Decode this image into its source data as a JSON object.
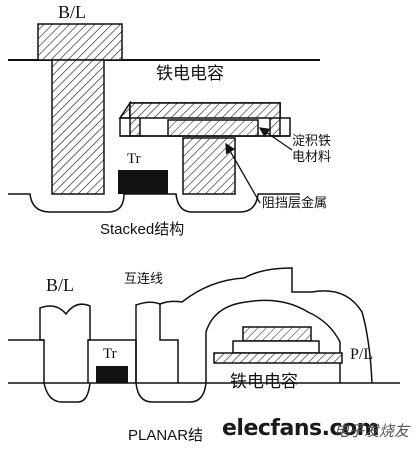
{
  "top": {
    "bitline_label": "B/L",
    "capacitor_label": "铁电电容",
    "ferro_material_label": "淀积铁\n电材料",
    "barrier_label": "阻挡层金属",
    "transistor_label": "Tr",
    "caption": "Stacked结构"
  },
  "bottom": {
    "bitline_label": "B/L",
    "interconnect_label": "互连线",
    "plate_line_label": "P/L",
    "transistor_label": "Tr",
    "capacitor_label": "铁电电容",
    "caption": "PLANAR结"
  },
  "watermark": {
    "site": "elecfans.com",
    "brand": "电子发烧友"
  },
  "colors": {
    "line": "#111111",
    "watermark_site": "#1a1a1a",
    "watermark_brand": "#555555"
  }
}
